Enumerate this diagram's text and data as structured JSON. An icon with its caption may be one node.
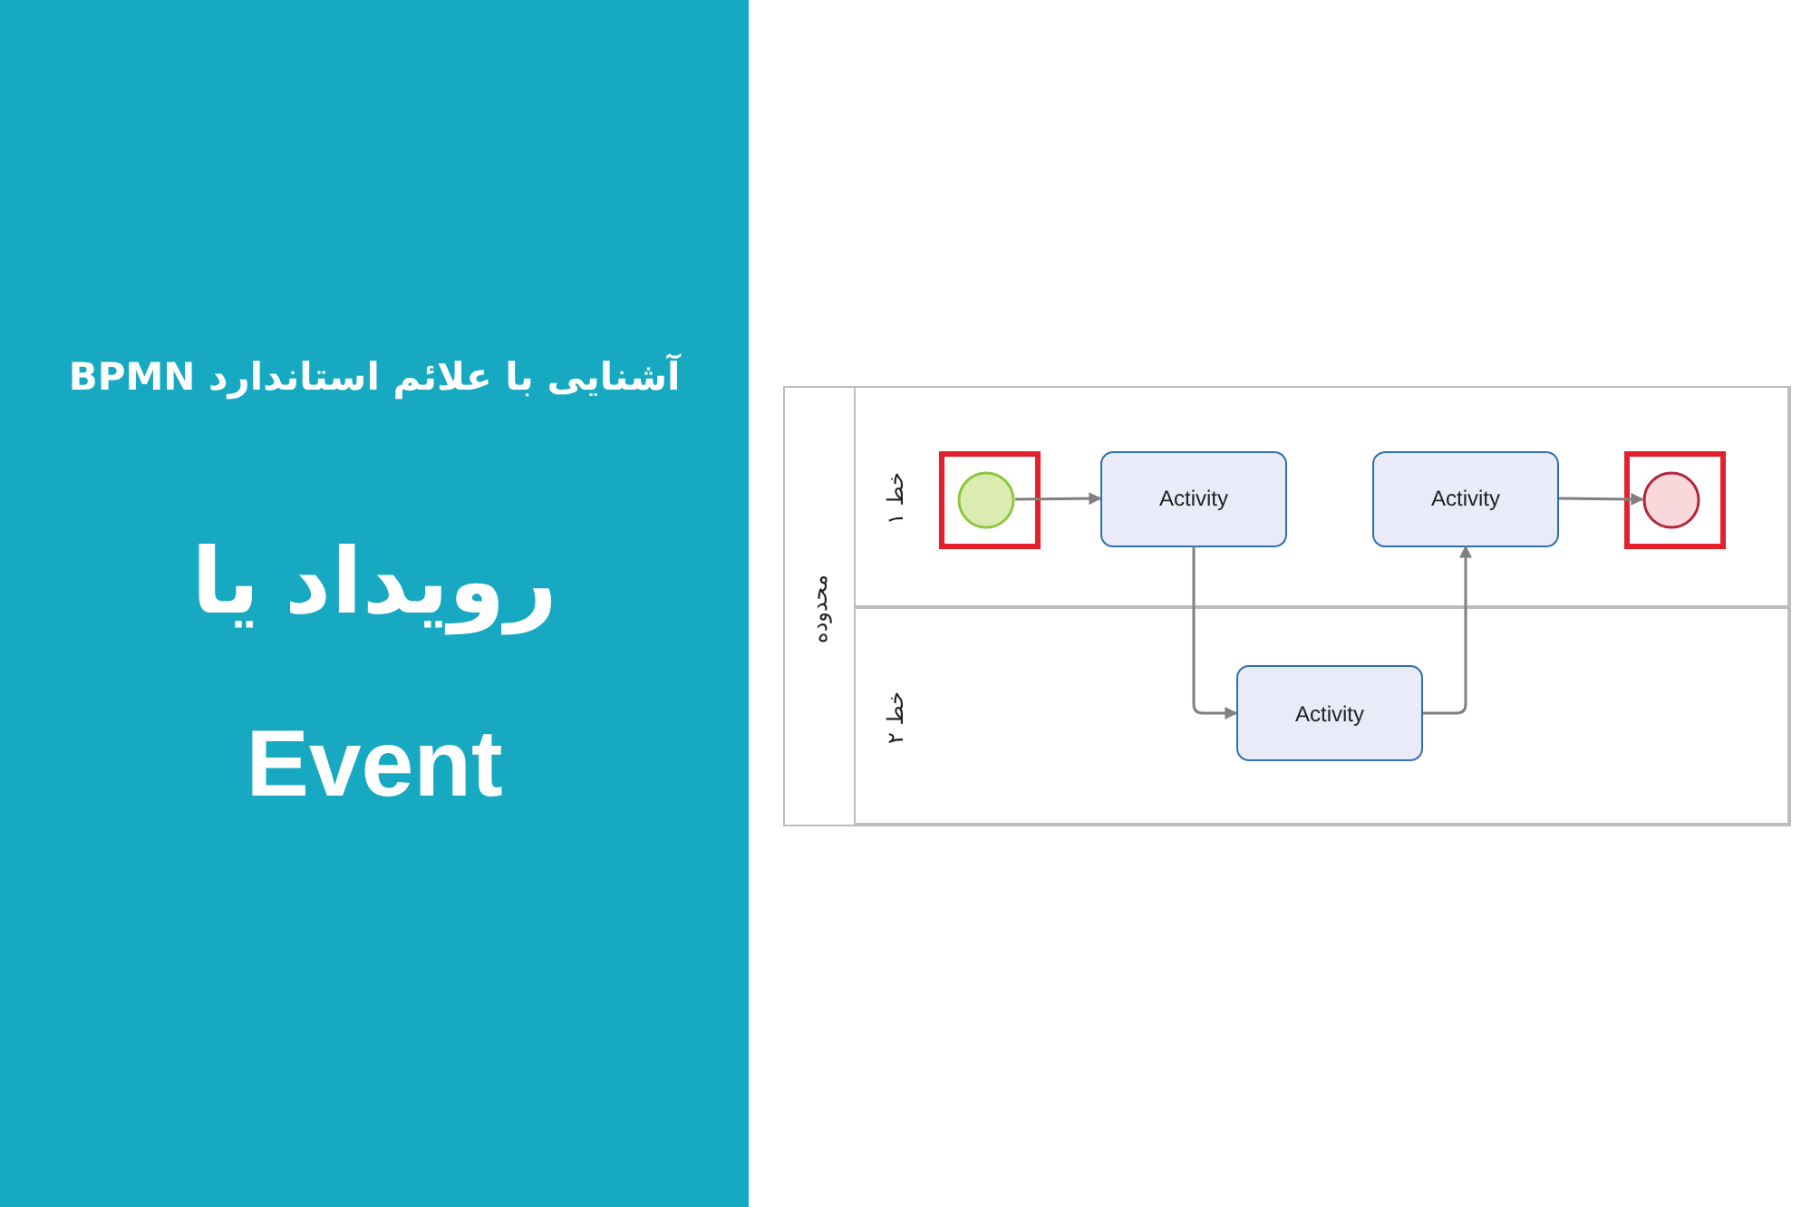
{
  "diagram": {
    "title": "آشنایی با علائم استاندارد BPMN",
    "nodes": [
      {
        "text": [
          "محدوده"
        ]
      },
      {
        "text": [
          "خط ۱"
        ],
        "in": 0
      },
      {
        "text": [
          "خط ۲"
        ],
        "in": 0
      },
      {
        "text": [],
        "shape": "circle",
        "in": 1
      },
      {
        "text": [
          "Activity"
        ],
        "in": 1
      },
      {
        "text": [
          "Activity"
        ],
        "in": 1
      },
      {
        "text": [],
        "shape": "circle",
        "in": 1
      },
      {
        "text": [
          "Activity"
        ],
        "in": 2
      }
    ],
    "edges": [
      {
        "from": 3,
        "to": 4,
        "arrow": "to"
      },
      {
        "from": 4,
        "to": 7,
        "arrow": "to"
      },
      {
        "from": 7,
        "to": 5,
        "arrow": "to"
      },
      {
        "from": 5,
        "to": 6,
        "arrow": "to"
      }
    ],
    "labels": [
      "رویداد یا",
      "Event"
    ]
  }
}
